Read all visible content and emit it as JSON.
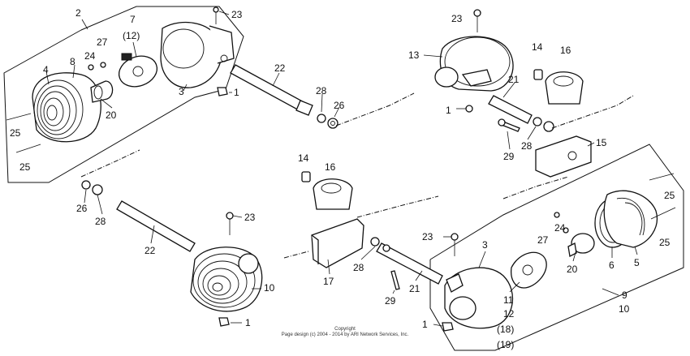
{
  "callouts": {
    "c2": "2",
    "c7": "7",
    "c12p_a": "(12)",
    "c23_a": "23",
    "c27_a": "27",
    "c24_a": "24",
    "c4": "4",
    "c8": "8",
    "c3_a": "3",
    "c1_a": "1",
    "c20_a": "20",
    "c25_a": "25",
    "c25_b": "25",
    "c22_a": "22",
    "c28_a": "28",
    "c26_a": "26",
    "c23_b": "23",
    "c13": "13",
    "c14_a": "14",
    "c16_a": "16",
    "c21_a": "21",
    "c1_b": "1",
    "c29_a": "29",
    "c28_b": "28",
    "c15": "15",
    "c14_b": "14",
    "c16_b": "16",
    "c26_b": "26",
    "c28_c": "28",
    "c23_c": "23",
    "c22_b": "22",
    "c10_a": "10",
    "c1_c": "1",
    "c17": "17",
    "c23_d": "23",
    "c28_d": "28",
    "c29_b": "29",
    "c21_b": "21",
    "c3_b": "3",
    "c1_d": "1",
    "c11": "11",
    "c12": "12",
    "c18p": "(18)",
    "c19p": "(19)",
    "c20_b": "20",
    "c27_b": "27",
    "c24_b": "24",
    "c6": "6",
    "c5": "5",
    "c25_c": "25",
    "c25_d": "25",
    "c9": "9",
    "c10_b": "10"
  },
  "copyright": {
    "line1": "Copyright",
    "line2": "Page design (c) 2004 - 2014 by ARI Network Services, Inc."
  }
}
